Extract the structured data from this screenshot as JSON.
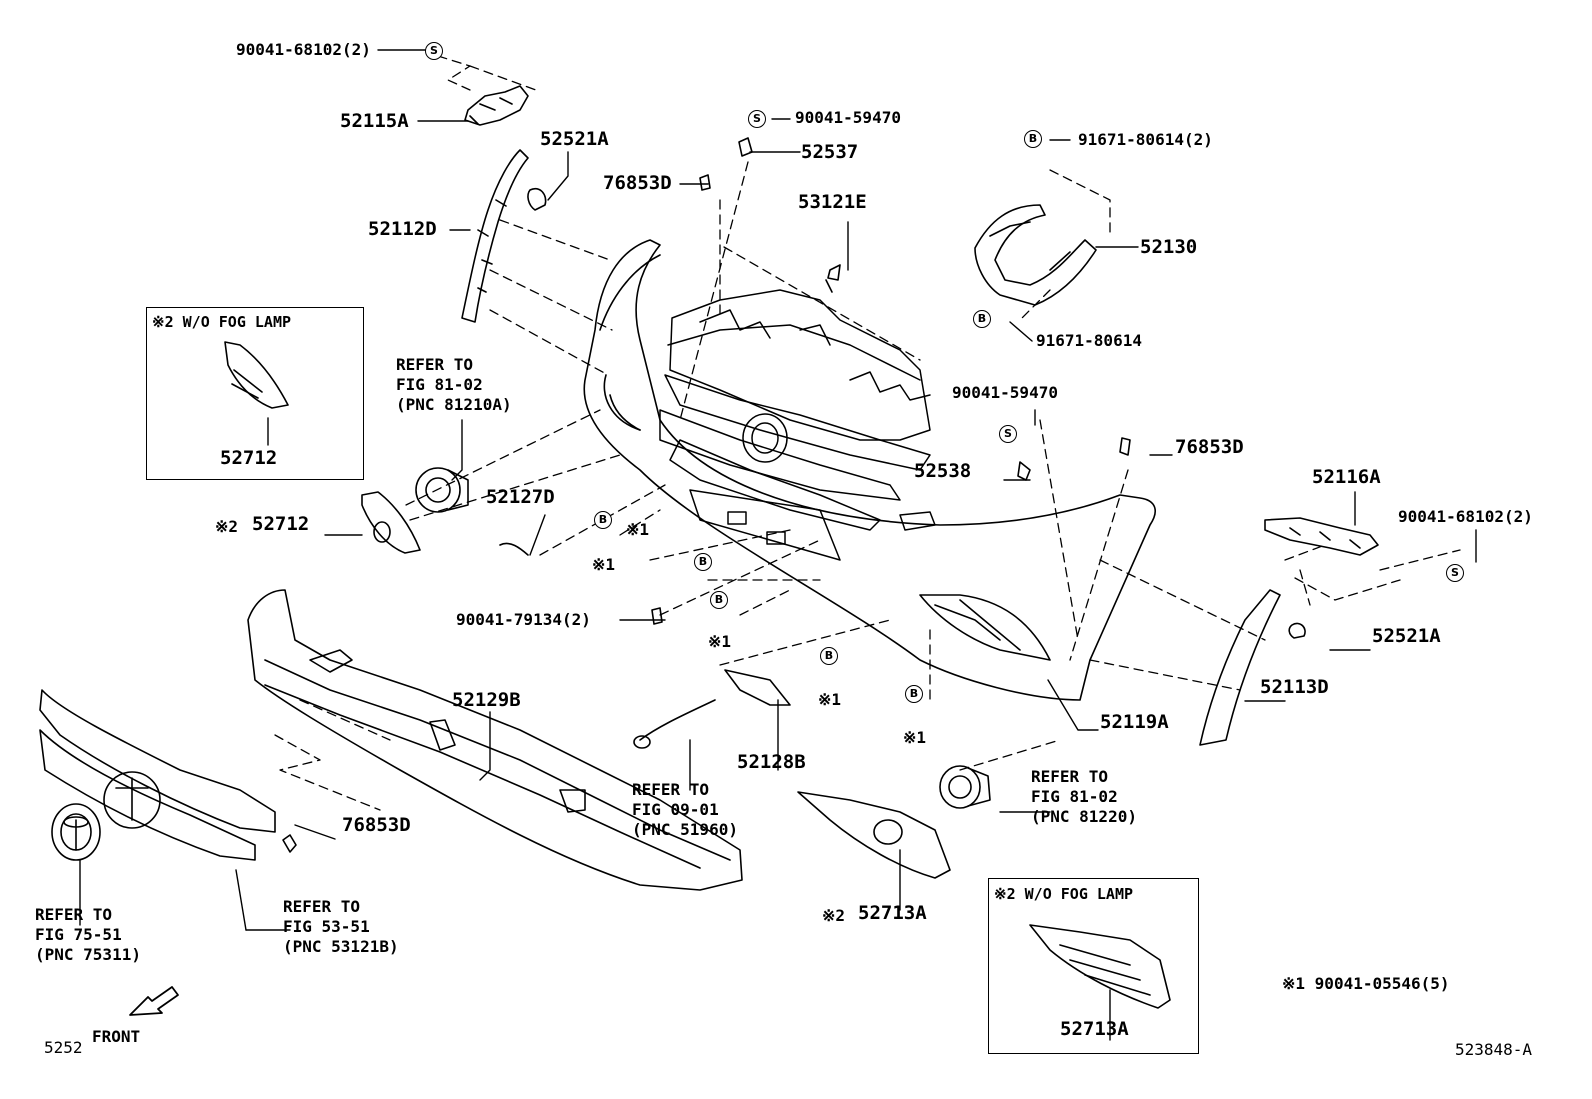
{
  "part_labels": {
    "p_90041_68102_top": "90041-68102(2)",
    "p_52115A": "52115A",
    "p_52521A_top": "52521A",
    "p_52112D": "52112D",
    "p_90041_59470_top": "90041-59470",
    "p_52537": "52537",
    "p_76853D_top": "76853D",
    "p_53121E": "53121E",
    "p_91671_80614_2": "91671-80614(2)",
    "p_52130": "52130",
    "p_91671_80614": "91671-80614",
    "p_52712_box": "52712",
    "p_52712": "52712",
    "p_52127D": "52127D",
    "p_90041_79134": "90041-79134(2)",
    "p_90041_59470_mid": "90041-59470",
    "p_52538": "52538",
    "p_76853D_right": "76853D",
    "p_52116A": "52116A",
    "p_90041_68102_right": "90041-68102(2)",
    "p_52521A_right": "52521A",
    "p_52113D": "52113D",
    "p_52119A": "52119A",
    "p_52129B": "52129B",
    "p_52128B": "52128B",
    "p_76853D_bottom": "76853D",
    "p_52713A": "52713A",
    "p_52713A_box": "52713A"
  },
  "references": {
    "fog_left": "REFER TO\nFIG 81-02\n(PNC 81210A)",
    "wire": "REFER TO\nFIG 09-01\n(PNC 51960)",
    "fog_right": "REFER TO\nFIG 81-02\n(PNC 81220)",
    "emblem": "REFER TO\nFIG 75-51\n(PNC 75311)",
    "grille": "REFER TO\nFIG 53-51\n(PNC 53121B)"
  },
  "notes": {
    "box_left_title": "※2 W/O FOG LAMP",
    "box_right_title": "※2 W/O FOG LAMP",
    "mark2": "※2",
    "mark1": "※1",
    "footnote": "※1 90041-05546(5)",
    "front": "FRONT",
    "page_code": "5252",
    "figure_id": "523848-A"
  },
  "symbols": {
    "screw": "S",
    "bolt": "B"
  },
  "colors": {
    "line": "#000000",
    "background": "#ffffff"
  }
}
